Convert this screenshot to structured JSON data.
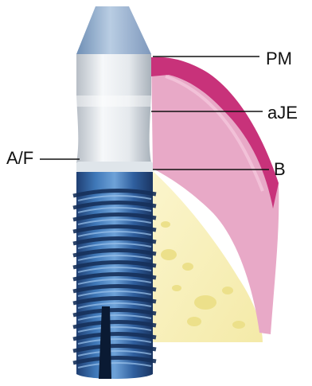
{
  "labels": {
    "pm": "PM",
    "aje": "aJE",
    "af": "A/F",
    "b": "B"
  },
  "colors": {
    "implant_blue": "#2f5f9e",
    "abutment_silver": "#e8ecef",
    "gingiva_pink": "#e7a6c4",
    "sulcus_magenta": "#c8327a",
    "bone_yellow": "#f7efb8",
    "leader_line": "#111111"
  }
}
